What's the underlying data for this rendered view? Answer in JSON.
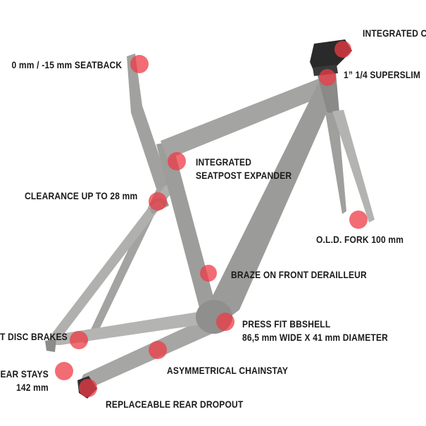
{
  "callouts": [
    {
      "id": "stem",
      "lines": [
        "INTEGRATED C"
      ]
    },
    {
      "id": "seatback",
      "lines": [
        "0 mm / -15 mm SEATBACK"
      ]
    },
    {
      "id": "headtube",
      "lines": [
        "1” 1/4 SUPERSLIM"
      ]
    },
    {
      "id": "expander",
      "lines": [
        "INTEGRATED",
        "SEATPOST EXPANDER"
      ]
    },
    {
      "id": "clearance",
      "lines": [
        "CLEARANCE UP TO 28 mm"
      ]
    },
    {
      "id": "fork",
      "lines": [
        "O.L.D. FORK 100 mm"
      ]
    },
    {
      "id": "derailleur",
      "lines": [
        "BRAZE ON FRONT DERAILLEUR"
      ]
    },
    {
      "id": "bbshell",
      "lines": [
        "PRESS FIT BBSHELL",
        "86,5 mm WIDE X 41 mm DIAMETER"
      ]
    },
    {
      "id": "discbrakes",
      "lines": [
        "T DISC BRAKES"
      ]
    },
    {
      "id": "rearstays",
      "lines": [
        "REAR STAYS",
        "142 mm"
      ]
    },
    {
      "id": "chainstay",
      "lines": [
        "ASYMMETRICAL CHAINSTAY"
      ]
    },
    {
      "id": "dropout",
      "lines": [
        "REPLACEABLE REAR DROPOUT"
      ]
    }
  ],
  "colors": {
    "frame": "#9a9a98",
    "frame_dark": "#7d7d7b",
    "marker": "#ee3b45",
    "text": "#1a1a1a",
    "stem": "#2a2a2a"
  }
}
